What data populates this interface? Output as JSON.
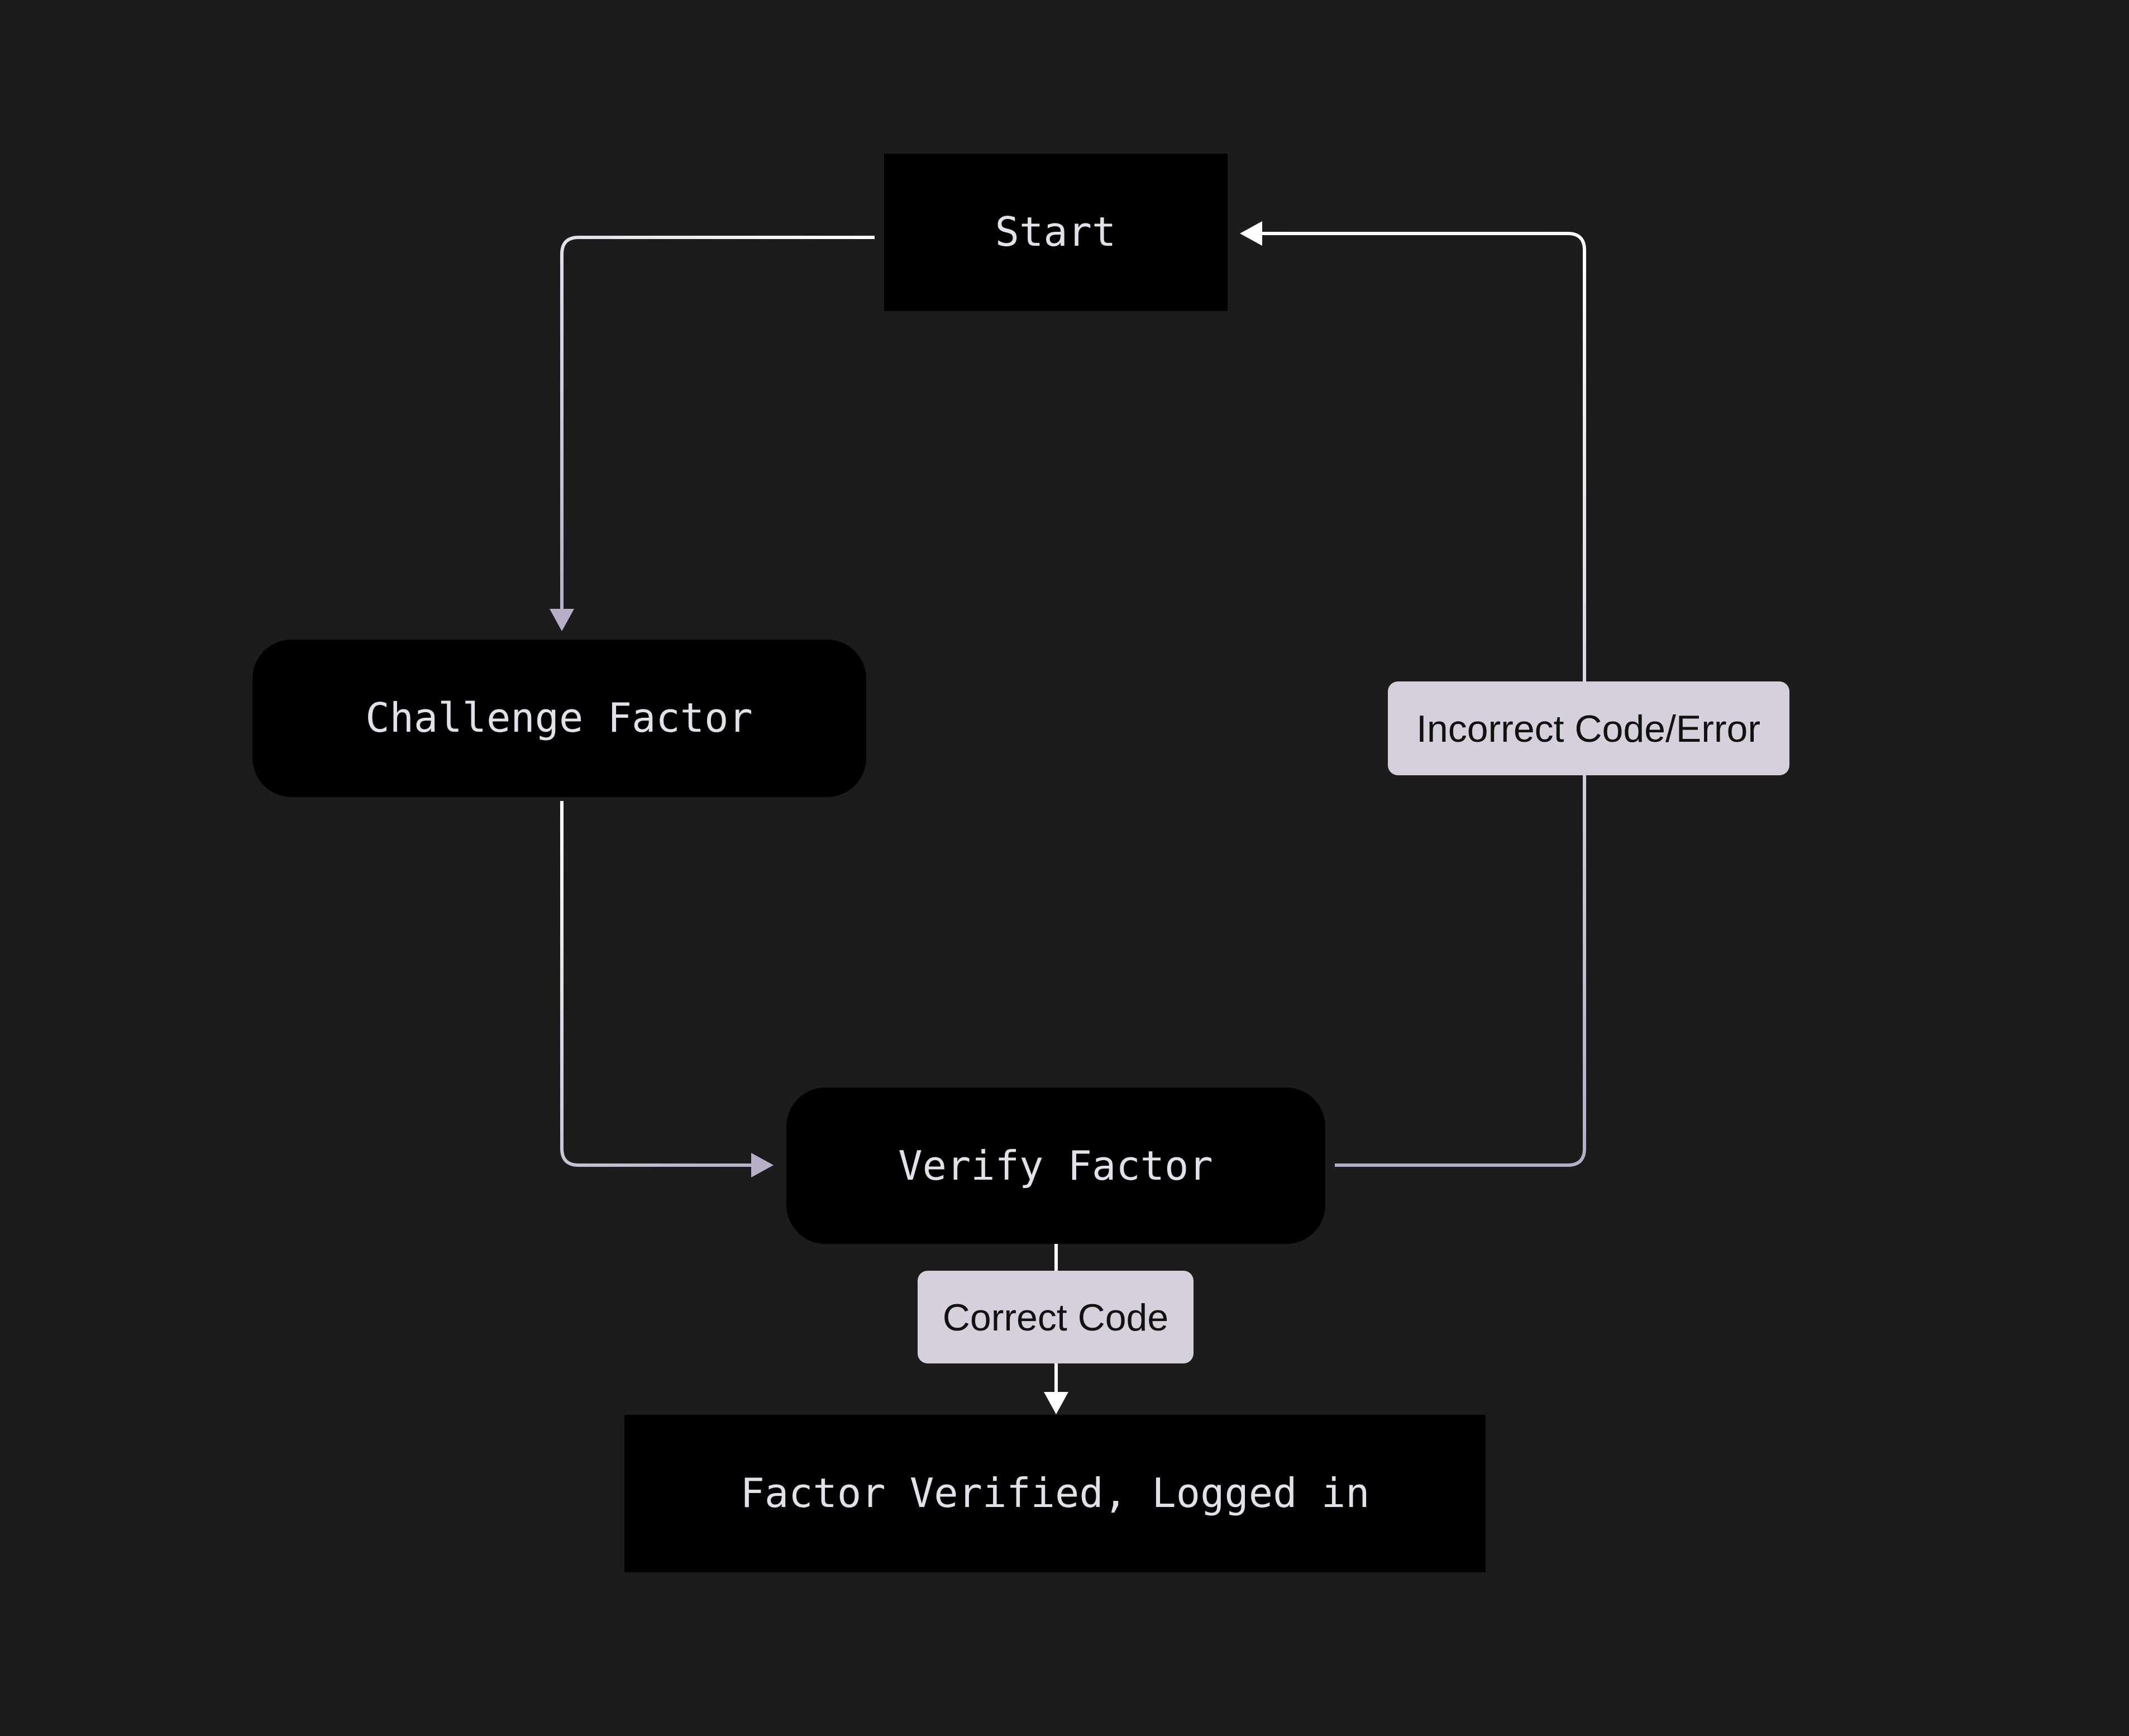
{
  "nodes": {
    "start": "Start",
    "challenge": "Challenge Factor",
    "verify": "Verify Factor",
    "verified": "Factor Verified, Logged in"
  },
  "edge_labels": {
    "incorrect": "Incorrect Code/Error",
    "correct": "Correct Code"
  },
  "colors": {
    "background": "#1c1c1c",
    "node": "#000000",
    "label_bg": "#d5d0dc",
    "edge_light": "#ffffff",
    "edge_lavender": "#b8aec8"
  }
}
